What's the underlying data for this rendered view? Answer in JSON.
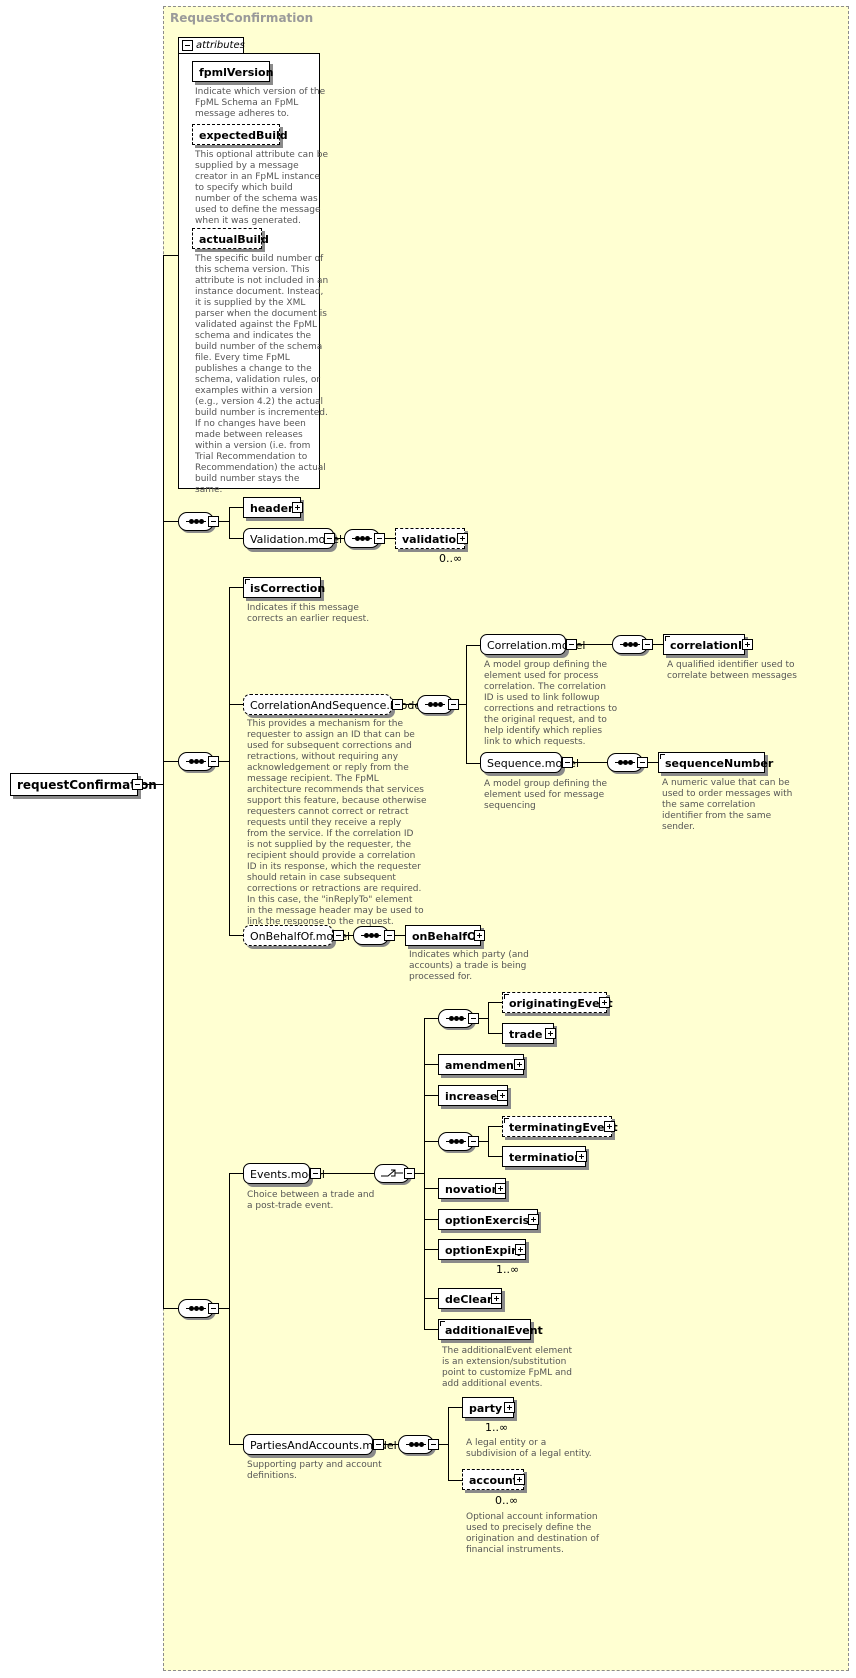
{
  "title": "RequestConfirmation",
  "root": "requestConfirmation",
  "attributes": {
    "label": "attributes",
    "fpmlVersion": "fpmlVersion",
    "fpmlVersion_doc": "Indicate which version of the\nFpML Schema an FpML\nmessage adheres to.",
    "expectedBuild": "expectedBuild",
    "expectedBuild_doc": "This optional attribute can be\nsupplied by a message\ncreator in an FpML instance\nto specify which build\nnumber of the schema was\nused to define the message\nwhen it was generated.",
    "actualBuild": "actualBuild",
    "actualBuild_doc": "The specific build number of\nthis schema version. This\nattribute is not included in an\ninstance document. Instead,\nit is supplied by the XML\nparser when the document is\nvalidated against the FpML\nschema and indicates the\nbuild number of the schema\nfile. Every time FpML\npublishes a change to the\nschema, validation rules, or\nexamples within a version\n(e.g., version 4.2) the actual\nbuild number is incremented.\nIf no changes have been\nmade between releases\nwithin a version (i.e. from\nTrial Recommendation to\nRecommendation) the actual\nbuild number stays the\nsame."
  },
  "seq1": {
    "header": "header",
    "validation_model": "Validation.model",
    "validation": "validation",
    "validation_mult": "0..∞"
  },
  "seq2": {
    "isCorrection": "isCorrection",
    "isCorrection_doc": "Indicates if this message\ncorrects an earlier request.",
    "cas_model": "CorrelationAndSequence.model",
    "cas_doc": "This provides a mechanism for the\nrequester to assign an ID that can be\nused for subsequent corrections and\nretractions, without requiring any\nacknowledgement or reply from the\nmessage recipient. The FpML\narchitecture recommends that services\nsupport this feature, because otherwise\nrequesters cannot correct or retract\nrequests until they receive a reply\nfrom the service. If the correlation ID\nis not supplied by the requester, the\nrecipient should provide a correlation\nID in its response, which the requester\nshould retain in case subsequent\ncorrections or retractions are required.\nIn this case, the \"inReplyTo\" element\nin the message header may be used to\nlink the response to the request.",
    "correlation_model": "Correlation.model",
    "correlation_doc": "A model group defining the\nelement used for process\ncorrelation. The correlation\nID is used to link followup\ncorrections and retractions to\nthe original request, and to\nhelp identify which replies\nlink to which requests.",
    "correlationId": "correlationId",
    "correlationId_doc": "A qualified identifier used to\ncorrelate between messages",
    "sequence_model": "Sequence.model",
    "sequence_doc": "A model group defining the\nelement used for message\nsequencing",
    "sequenceNumber": "sequenceNumber",
    "sequenceNumber_doc": "A numeric value that can be\nused to order messages with\nthe same correlation\nidentifier from the same\nsender.",
    "obo_model": "OnBehalfOf.model",
    "onBehalfOf": "onBehalfOf",
    "onBehalfOf_doc": "Indicates which party (and\naccounts) a trade is being\nprocessed for."
  },
  "seq3": {
    "events_model": "Events.model",
    "events_doc": "Choice between a trade and\na post-trade event.",
    "originatingEvent": "originatingEvent",
    "trade": "trade",
    "amendment": "amendment",
    "increase": "increase",
    "terminatingEvent": "terminatingEvent",
    "termination": "termination",
    "novation": "novation",
    "optionExercise": "optionExercise",
    "optionExpiry": "optionExpiry",
    "optionExpiry_mult": "1..∞",
    "deClear": "deClear",
    "additionalEvent": "additionalEvent",
    "additionalEvent_doc": "The additionalEvent element\nis an extension/substitution\npoint to customize FpML and\nadd additional events.",
    "pa_model": "PartiesAndAccounts.model",
    "pa_doc": "Supporting party and account\ndefinitions.",
    "party": "party",
    "party_mult": "1..∞",
    "party_doc": "A legal entity or a\nsubdivision of a legal entity.",
    "account": "account",
    "account_mult": "0..∞",
    "account_doc": "Optional account information\nused to precisely define the\norigination and destination of\nfinancial instruments."
  }
}
